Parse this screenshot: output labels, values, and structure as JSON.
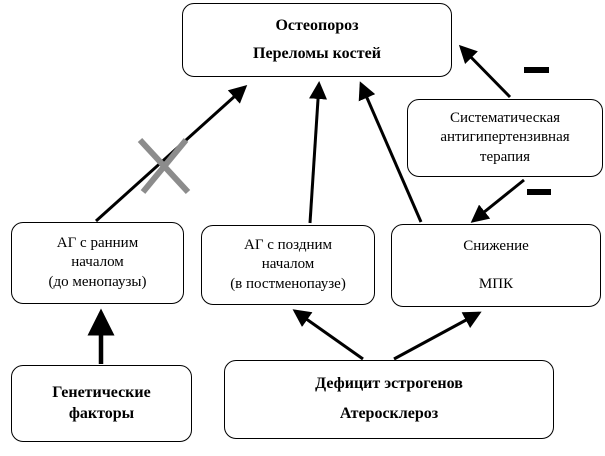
{
  "nodes": {
    "top": {
      "lines": [
        "Остеопороз",
        "Переломы костей"
      ]
    },
    "therapy": {
      "lines": [
        "Систематическая",
        "антигипертензивная",
        "терапия"
      ]
    },
    "early": {
      "lines": [
        "АГ с ранним",
        "началом",
        "(до менопаузы)"
      ]
    },
    "late": {
      "lines": [
        "АГ с поздним",
        "началом",
        "(в постменопаузе)"
      ]
    },
    "bmd": {
      "lines": [
        "Снижение",
        "МПК"
      ]
    },
    "genetic": {
      "lines": [
        "Генетические",
        "факторы"
      ]
    },
    "estrogen": {
      "lines": [
        "Дефицит эстрогенов",
        "Атеросклероз"
      ]
    }
  },
  "colors": {
    "line": "#000000",
    "cross": "#8c8c8c"
  }
}
